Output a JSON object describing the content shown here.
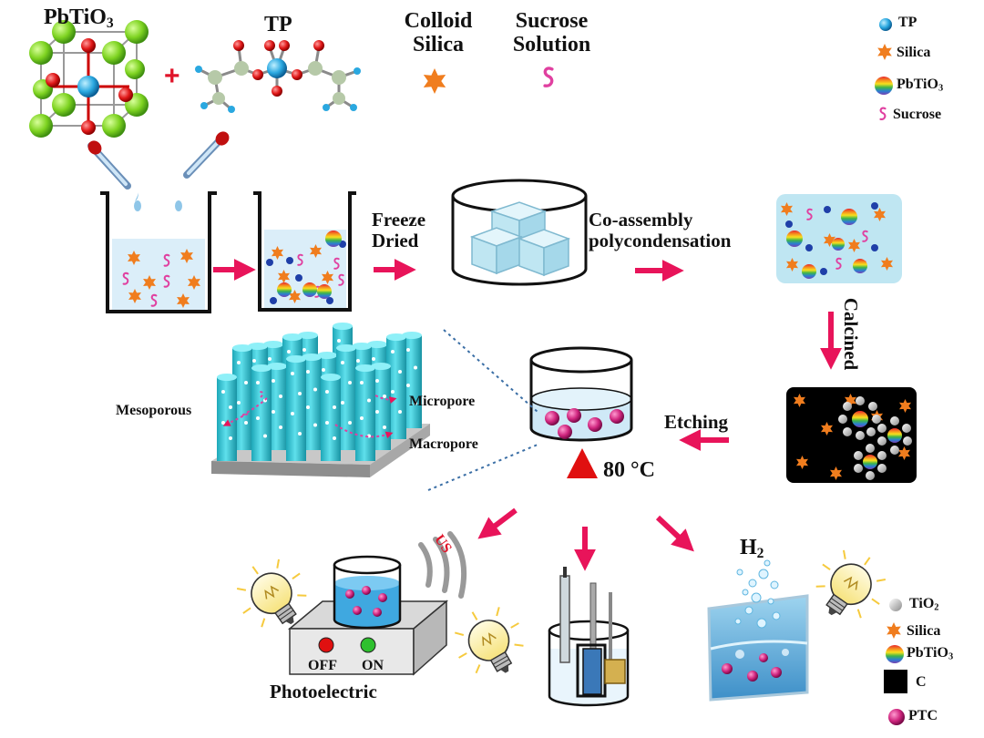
{
  "labels": {
    "pbtio3_base": "PbTiO",
    "pbtio3_sub": "3",
    "tp": "TP",
    "colloid": "Colloid",
    "silica_word": "Silica",
    "sucrose_word": "Sucrose",
    "solution_word": "Solution",
    "freeze": "Freeze",
    "dried": "Dried",
    "coassembly": "Co-assembly",
    "polycondensation": "polycondensation",
    "calcined": "Calcined",
    "etching": "Etching",
    "temperature": "80 °C",
    "mesoporous": "Mesoporous",
    "micropore": "Micropore",
    "macropore": "Macropore",
    "us": "US",
    "off": "OFF",
    "on": "ON",
    "photoelectric": "Photoelectric",
    "h2_base": "H",
    "h2_sub": "2"
  },
  "legend_top": {
    "tp": "TP",
    "silica": "Silica",
    "pbtio3_base": "PbTiO",
    "pbtio3_sub": "3",
    "sucrose": "Sucrose"
  },
  "legend_bottom": {
    "tio2_base": "TiO",
    "tio2_sub": "2",
    "silica": "Silica",
    "pbtio3_base": "PbTiO",
    "pbtio3_sub": "3",
    "c": "C",
    "ptc": "PTC"
  },
  "colors": {
    "arrow": "#e8145a",
    "silica": "#f07d1e",
    "tp": "#1f3fa8",
    "sucrose": "#e040a0",
    "pillar": "#35c6d6",
    "ptc": "#c0207a",
    "ice": "#bfe6f2",
    "heater": "#e01010"
  },
  "icons": [
    "pbtio3-crystal-icon",
    "tp-molecule-icon",
    "dropper-icon",
    "beaker-icon",
    "ice-cube-icon",
    "light-bulb-icon",
    "porous-pillars-icon",
    "electrochemical-cell-icon",
    "hydrogen-bubbles-icon"
  ]
}
